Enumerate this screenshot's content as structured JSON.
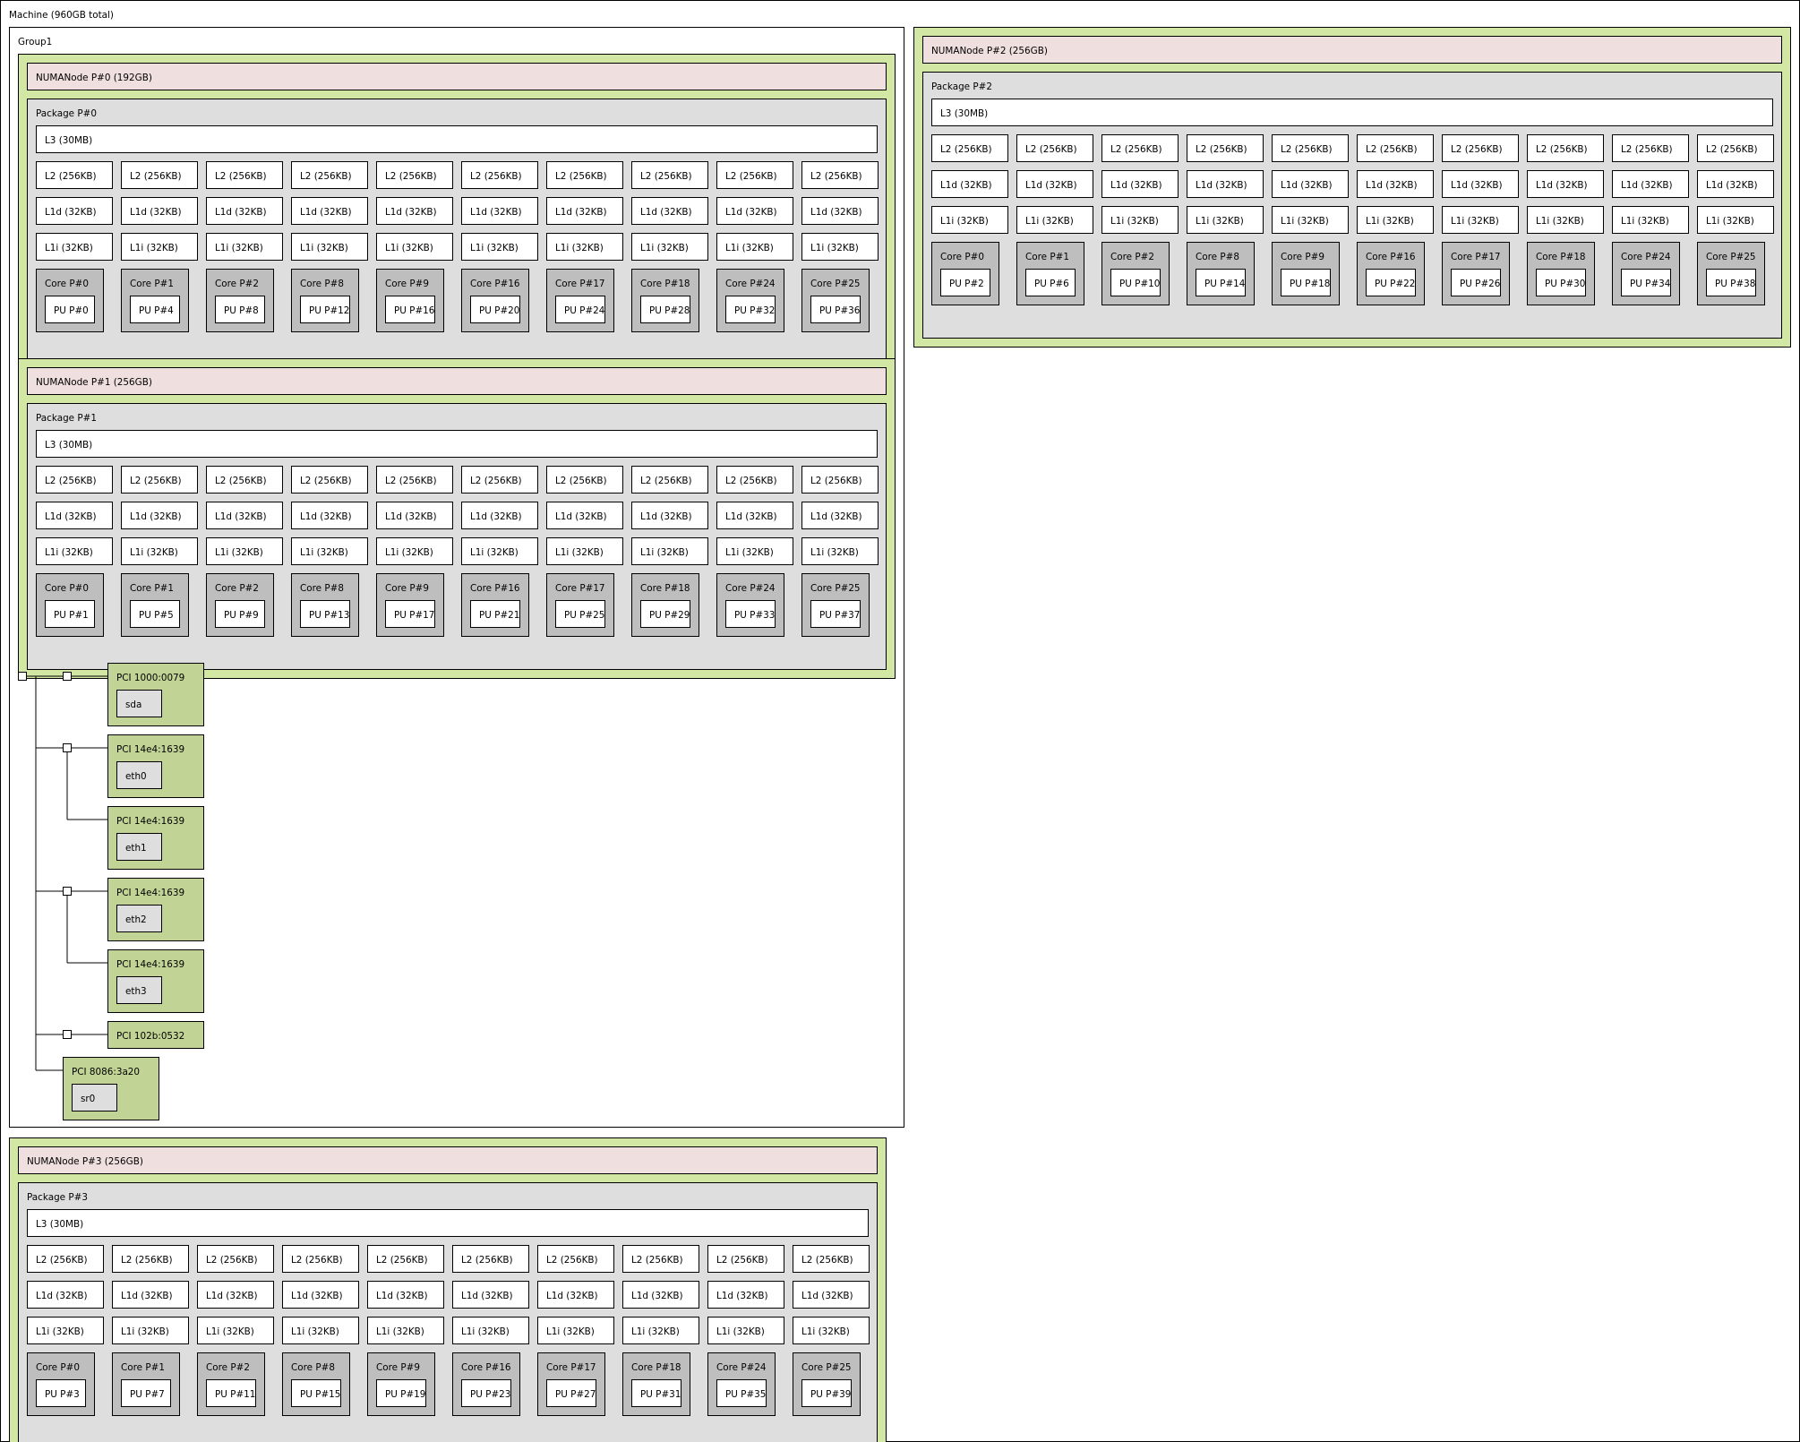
{
  "machine": {
    "label": "Machine (960GB total)"
  },
  "group": {
    "label": "Group1"
  },
  "numa_nodes": [
    {
      "label": "NUMANode P#0 (192GB)",
      "package": "Package P#0",
      "l3": "L3 (30MB)",
      "l2": [
        "L2 (256KB)",
        "L2 (256KB)",
        "L2 (256KB)",
        "L2 (256KB)",
        "L2 (256KB)",
        "L2 (256KB)",
        "L2 (256KB)",
        "L2 (256KB)",
        "L2 (256KB)",
        "L2 (256KB)"
      ],
      "l1d": [
        "L1d (32KB)",
        "L1d (32KB)",
        "L1d (32KB)",
        "L1d (32KB)",
        "L1d (32KB)",
        "L1d (32KB)",
        "L1d (32KB)",
        "L1d (32KB)",
        "L1d (32KB)",
        "L1d (32KB)"
      ],
      "l1i": [
        "L1i (32KB)",
        "L1i (32KB)",
        "L1i (32KB)",
        "L1i (32KB)",
        "L1i (32KB)",
        "L1i (32KB)",
        "L1i (32KB)",
        "L1i (32KB)",
        "L1i (32KB)",
        "L1i (32KB)"
      ],
      "cores": [
        "Core P#0",
        "Core P#1",
        "Core P#2",
        "Core P#8",
        "Core P#9",
        "Core P#16",
        "Core P#17",
        "Core P#18",
        "Core P#24",
        "Core P#25"
      ],
      "pus": [
        "PU P#0",
        "PU P#4",
        "PU P#8",
        "PU P#12",
        "PU P#16",
        "PU P#20",
        "PU P#24",
        "PU P#28",
        "PU P#32",
        "PU P#36"
      ]
    },
    {
      "label": "NUMANode P#1 (256GB)",
      "package": "Package P#1",
      "l3": "L3 (30MB)",
      "l2": [
        "L2 (256KB)",
        "L2 (256KB)",
        "L2 (256KB)",
        "L2 (256KB)",
        "L2 (256KB)",
        "L2 (256KB)",
        "L2 (256KB)",
        "L2 (256KB)",
        "L2 (256KB)",
        "L2 (256KB)"
      ],
      "l1d": [
        "L1d (32KB)",
        "L1d (32KB)",
        "L1d (32KB)",
        "L1d (32KB)",
        "L1d (32KB)",
        "L1d (32KB)",
        "L1d (32KB)",
        "L1d (32KB)",
        "L1d (32KB)",
        "L1d (32KB)"
      ],
      "l1i": [
        "L1i (32KB)",
        "L1i (32KB)",
        "L1i (32KB)",
        "L1i (32KB)",
        "L1i (32KB)",
        "L1i (32KB)",
        "L1i (32KB)",
        "L1i (32KB)",
        "L1i (32KB)",
        "L1i (32KB)"
      ],
      "cores": [
        "Core P#0",
        "Core P#1",
        "Core P#2",
        "Core P#8",
        "Core P#9",
        "Core P#16",
        "Core P#17",
        "Core P#18",
        "Core P#24",
        "Core P#25"
      ],
      "pus": [
        "PU P#1",
        "PU P#5",
        "PU P#9",
        "PU P#13",
        "PU P#17",
        "PU P#21",
        "PU P#25",
        "PU P#29",
        "PU P#33",
        "PU P#37"
      ]
    },
    {
      "label": "NUMANode P#2 (256GB)",
      "package": "Package P#2",
      "l3": "L3 (30MB)",
      "l2": [
        "L2 (256KB)",
        "L2 (256KB)",
        "L2 (256KB)",
        "L2 (256KB)",
        "L2 (256KB)",
        "L2 (256KB)",
        "L2 (256KB)",
        "L2 (256KB)",
        "L2 (256KB)",
        "L2 (256KB)"
      ],
      "l1d": [
        "L1d (32KB)",
        "L1d (32KB)",
        "L1d (32KB)",
        "L1d (32KB)",
        "L1d (32KB)",
        "L1d (32KB)",
        "L1d (32KB)",
        "L1d (32KB)",
        "L1d (32KB)",
        "L1d (32KB)"
      ],
      "l1i": [
        "L1i (32KB)",
        "L1i (32KB)",
        "L1i (32KB)",
        "L1i (32KB)",
        "L1i (32KB)",
        "L1i (32KB)",
        "L1i (32KB)",
        "L1i (32KB)",
        "L1i (32KB)",
        "L1i (32KB)"
      ],
      "cores": [
        "Core P#0",
        "Core P#1",
        "Core P#2",
        "Core P#8",
        "Core P#9",
        "Core P#16",
        "Core P#17",
        "Core P#18",
        "Core P#24",
        "Core P#25"
      ],
      "pus": [
        "PU P#2",
        "PU P#6",
        "PU P#10",
        "PU P#14",
        "PU P#18",
        "PU P#22",
        "PU P#26",
        "PU P#30",
        "PU P#34",
        "PU P#38"
      ]
    },
    {
      "label": "NUMANode P#3 (256GB)",
      "package": "Package P#3",
      "l3": "L3 (30MB)",
      "l2": [
        "L2 (256KB)",
        "L2 (256KB)",
        "L2 (256KB)",
        "L2 (256KB)",
        "L2 (256KB)",
        "L2 (256KB)",
        "L2 (256KB)",
        "L2 (256KB)",
        "L2 (256KB)",
        "L2 (256KB)"
      ],
      "l1d": [
        "L1d (32KB)",
        "L1d (32KB)",
        "L1d (32KB)",
        "L1d (32KB)",
        "L1d (32KB)",
        "L1d (32KB)",
        "L1d (32KB)",
        "L1d (32KB)",
        "L1d (32KB)",
        "L1d (32KB)"
      ],
      "l1i": [
        "L1i (32KB)",
        "L1i (32KB)",
        "L1i (32KB)",
        "L1i (32KB)",
        "L1i (32KB)",
        "L1i (32KB)",
        "L1i (32KB)",
        "L1i (32KB)",
        "L1i (32KB)",
        "L1i (32KB)"
      ],
      "cores": [
        "Core P#0",
        "Core P#1",
        "Core P#2",
        "Core P#8",
        "Core P#9",
        "Core P#16",
        "Core P#17",
        "Core P#18",
        "Core P#24",
        "Core P#25"
      ],
      "pus": [
        "PU P#3",
        "PU P#7",
        "PU P#11",
        "PU P#15",
        "PU P#19",
        "PU P#23",
        "PU P#27",
        "PU P#31",
        "PU P#35",
        "PU P#39"
      ]
    }
  ],
  "pci_devices": [
    {
      "label": "PCI 1000:0079",
      "os_device": "sda"
    },
    {
      "label": "PCI 14e4:1639",
      "os_device": "eth0"
    },
    {
      "label": "PCI 14e4:1639",
      "os_device": "eth1"
    },
    {
      "label": "PCI 14e4:1639",
      "os_device": "eth2"
    },
    {
      "label": "PCI 14e4:1639",
      "os_device": "eth3"
    },
    {
      "label": "PCI 102b:0532"
    },
    {
      "label": "PCI 8086:3a20",
      "os_device": "sr0"
    }
  ],
  "colors": {
    "machine_bg": "#ffffff",
    "numa_bg": "#d2e7a4",
    "numa_label_bg": "#efdfde",
    "package_bg": "#dedede",
    "cache_bg": "#ffffff",
    "core_bg": "#bebebe",
    "pu_bg": "#ffffff",
    "pci_bg": "#c1d495",
    "osdev_bg": "#dedede",
    "border": "#000000"
  }
}
